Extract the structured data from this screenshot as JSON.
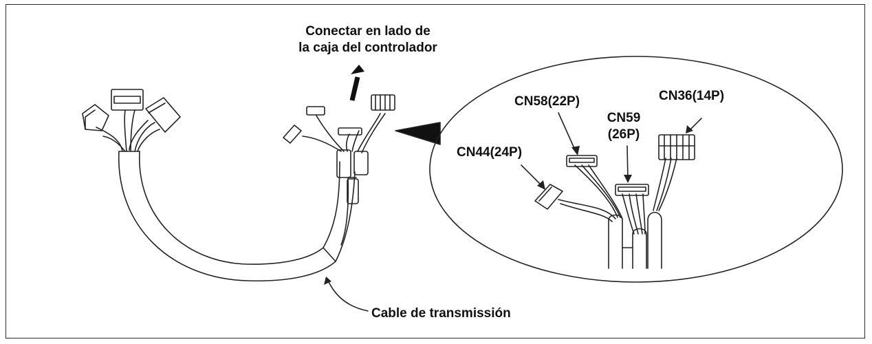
{
  "labels": {
    "connect_line1": "Conectar en lado de",
    "connect_line2": "la caja del controlador",
    "cn58": "CN58(22P)",
    "cn59_line1": "CN59",
    "cn59_line2": "(26P)",
    "cn36": "CN36(14P)",
    "cn44": "CN44(24P)",
    "cable": "Cable de transmissión"
  },
  "colors": {
    "line": "#222222",
    "background": "#ffffff"
  }
}
